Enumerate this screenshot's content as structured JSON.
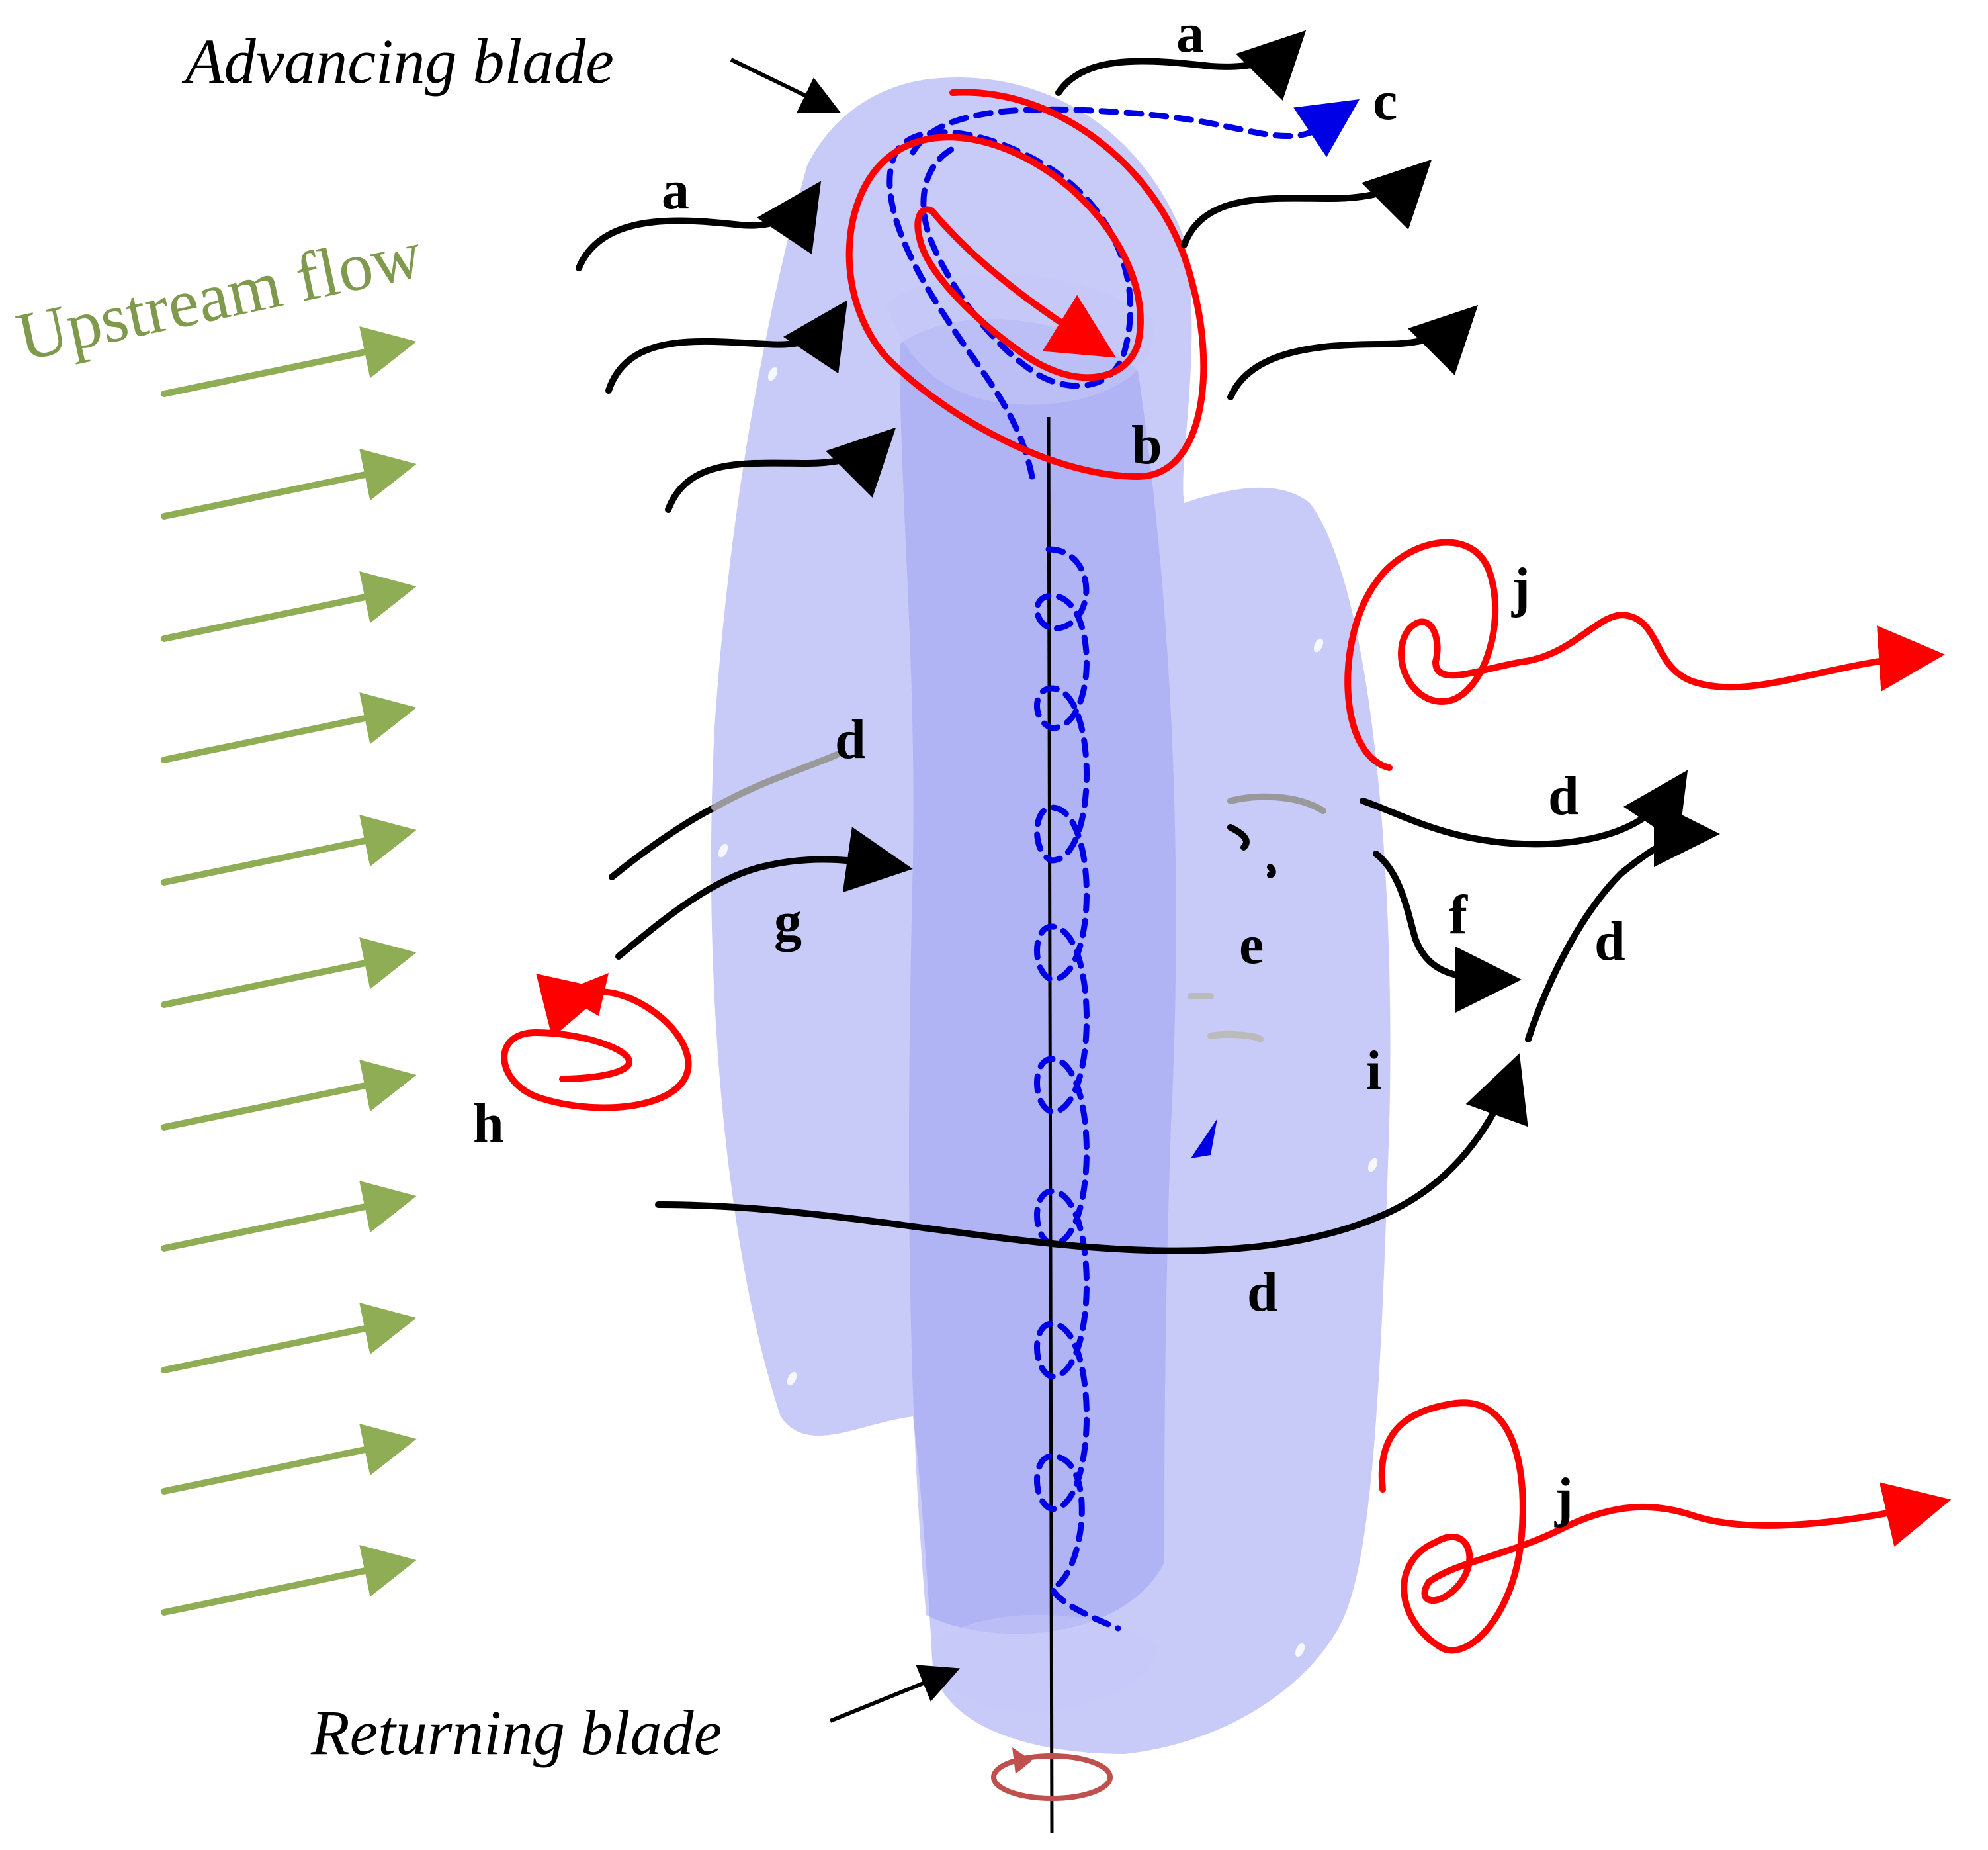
{
  "labels": {
    "advancing_blade": "Advancing blade",
    "returning_blade": "Returning blade",
    "upstream_flow": "Upstream flow",
    "a_top": "a",
    "a_left": "a",
    "b": "b",
    "c": "c",
    "d_upper_left": "d",
    "d_upper_right": "d",
    "d_right": "d",
    "d_bottom": "d",
    "e": "e",
    "f": "f",
    "g": "g",
    "h": "h",
    "i": "i",
    "j_upper": "j",
    "j_lower": "j"
  },
  "colors": {
    "blade": "#b3b6f5",
    "blade_core": "#9fa3f0",
    "vortex_red": "#ff0000",
    "flow_blue": "#0000e6",
    "flow_black": "#000000",
    "upstream_green": "#8fad55",
    "rotation_brown": "#c0504d"
  },
  "icons": {
    "upstream_arrow": "right-arrow-icon",
    "rotation": "rotation-arrow-icon"
  }
}
